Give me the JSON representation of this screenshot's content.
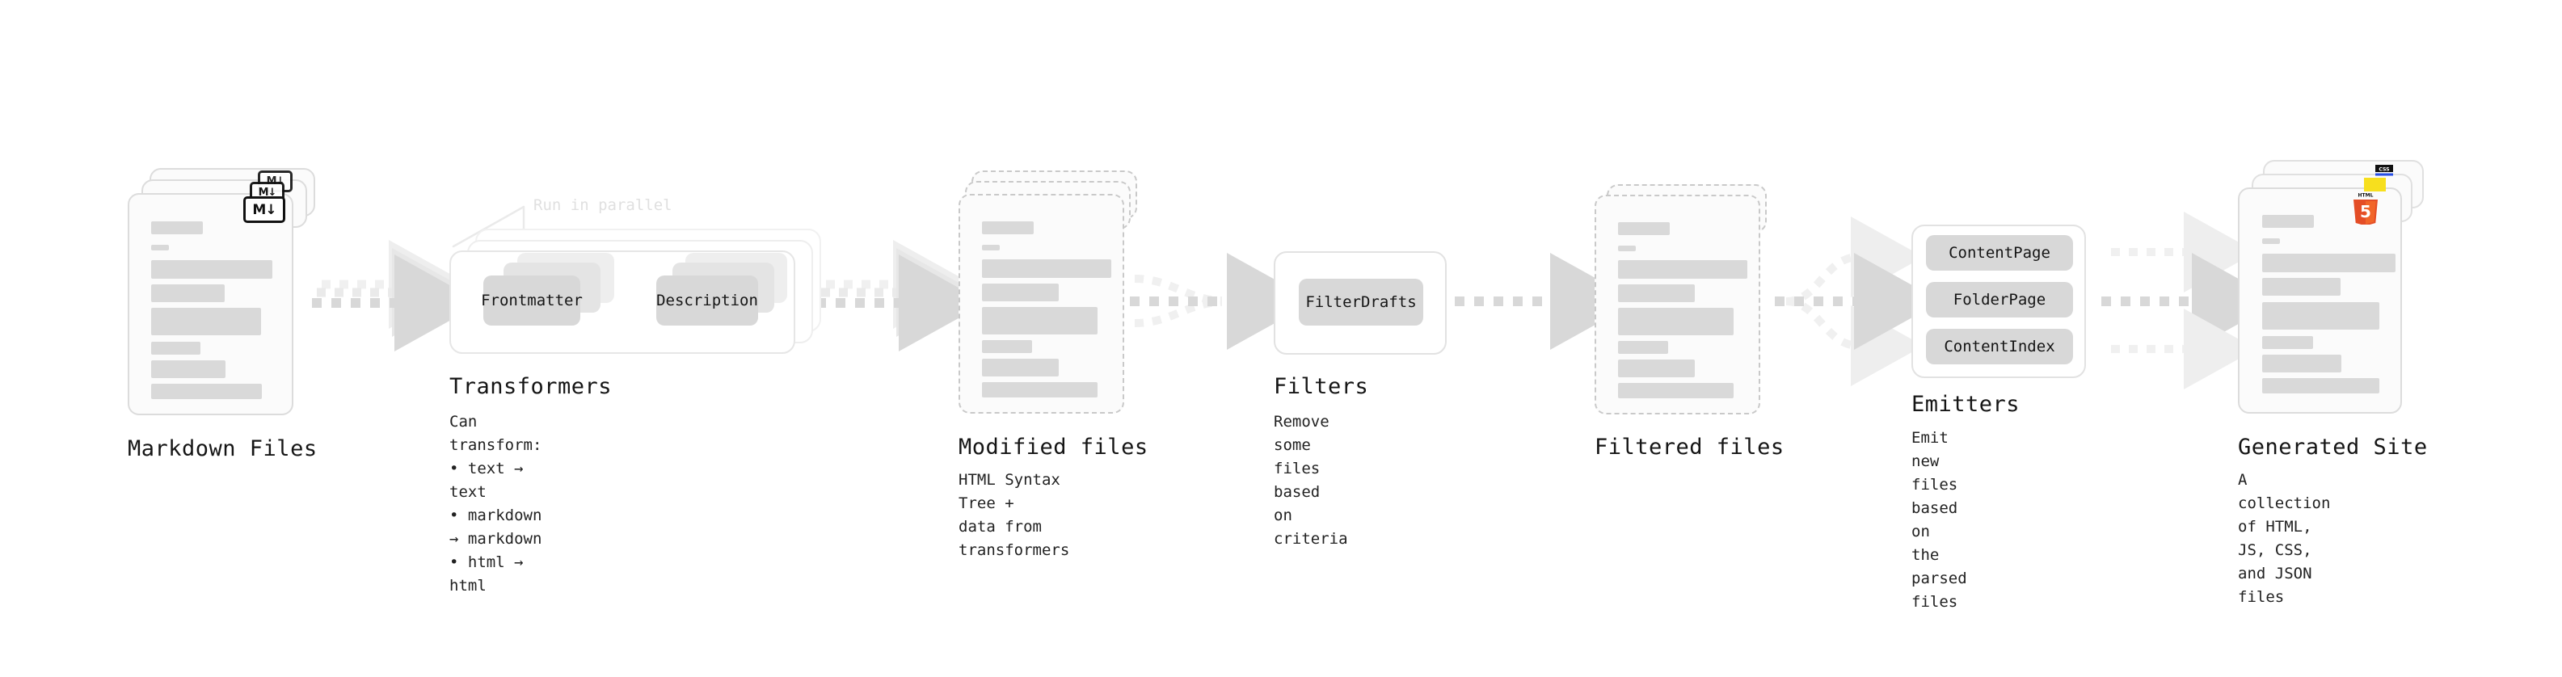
{
  "diagram": {
    "type": "pipeline-flow",
    "orientation": "left-to-right",
    "background_color": "#ffffff",
    "accent_colors": {
      "bar_fill": "#d9d9d9",
      "chip_fill": "#d8d8d8",
      "panel_border": "#e2e2e2",
      "arrow_strong": "#d8d8d8",
      "arrow_faded": "#eeeeee",
      "html5_orange": "#e44d26",
      "js_yellow": "#f7df1e",
      "css_blue": "#264de4"
    }
  },
  "stages": [
    {
      "id": "markdown-files",
      "title": "Markdown Files",
      "subtitle": "",
      "badge": "M↓",
      "badge_icon": "markdown-icon",
      "card_style": "solid",
      "stack_count": 3
    },
    {
      "id": "transformers",
      "title": "Transformers",
      "subtitle": "Can transform:\n• text → text\n• markdown → markdown\n• html → html",
      "annotation": "Run in parallel",
      "stack_count": 3,
      "chips": [
        "Frontmatter",
        "Description"
      ]
    },
    {
      "id": "modified-files",
      "title": "Modified files",
      "subtitle": "HTML Syntax Tree +\ndata from transformers",
      "card_style": "dashed",
      "stack_count": 3
    },
    {
      "id": "filters",
      "title": "Filters",
      "subtitle": "Remove some files based\non criteria",
      "chips": [
        "FilterDrafts"
      ]
    },
    {
      "id": "filtered-files",
      "title": "Filtered files",
      "subtitle": "",
      "card_style": "dashed",
      "stack_count": 2
    },
    {
      "id": "emitters",
      "title": "Emitters",
      "subtitle": "Emit new files based on\nthe parsed files",
      "chips": [
        "ContentPage",
        "FolderPage",
        "ContentIndex"
      ]
    },
    {
      "id": "generated-site",
      "title": "Generated Site",
      "subtitle": "A collection of HTML,\nJS, CSS, and JSON files",
      "card_style": "solid",
      "stack_count": 3,
      "badges": [
        "css-icon",
        "js-icon",
        "html5-icon"
      ],
      "html5_label": "HTML",
      "html5_digit": "5",
      "css_label": "CSS"
    }
  ],
  "connectors": [
    {
      "id": "md-to-transformers",
      "style": "triple-dotted-arrow"
    },
    {
      "id": "transformers-to-modified",
      "style": "triple-dotted-arrow"
    },
    {
      "id": "modified-to-filters",
      "style": "fan-in-dotted-arrow"
    },
    {
      "id": "filters-to-filtered",
      "style": "single-dotted-arrow"
    },
    {
      "id": "filtered-to-emitters",
      "style": "fan-out-dotted-arrow"
    },
    {
      "id": "emitters-to-site",
      "style": "triple-parallel-dotted-arrow"
    }
  ]
}
